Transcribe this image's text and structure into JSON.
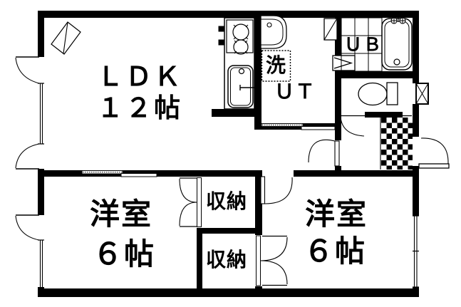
{
  "rooms": {
    "ldk": {
      "name": "ＬＤＫ",
      "size": "１２帖"
    },
    "utility": {
      "label": "ＵＴ"
    },
    "unit_bath": {
      "label": "ＵＢ"
    },
    "laundry": {
      "label": "洗"
    },
    "closet_upper": {
      "label": "収納"
    },
    "closet_lower": {
      "label": "収納"
    },
    "bedroom_left": {
      "name": "洋室",
      "size": "６帖"
    },
    "bedroom_right": {
      "name": "洋室",
      "size": "６帖"
    }
  },
  "colors": {
    "line": "#000000",
    "background": "#ffffff"
  }
}
